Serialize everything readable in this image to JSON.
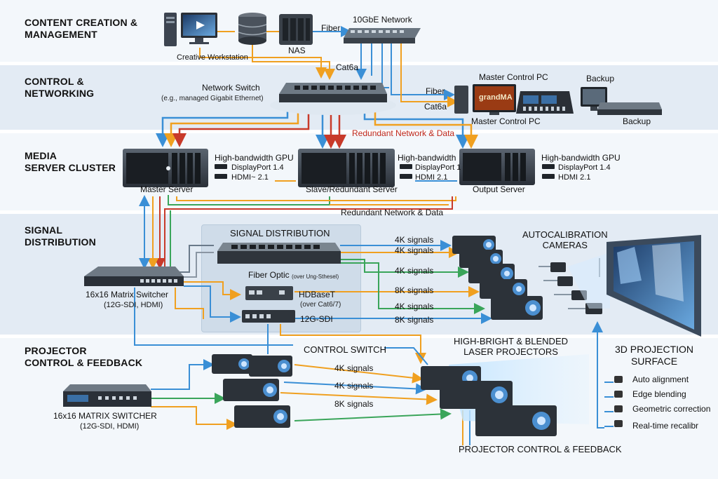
{
  "sections": {
    "content": "CONTENT CREATION &\nMANAGEMENT",
    "control": "CONTROL &\nNETWORKING",
    "media": "MEDIA\nSERVER CLUSTER",
    "signal": "SIGNAL\nDISTRIBUTION",
    "projector": "PROJECTOR\nCONTROL & FEEDBACK"
  },
  "content": {
    "workstation": "Creative Workstation",
    "nas": "NAS",
    "fiber": "Fiber",
    "network10g": "10GbE Network",
    "cat6a": "Cat6a"
  },
  "networking": {
    "switch": "Network Switch",
    "switch_sub": "(e.g., managed Gigabit Ethernet)",
    "fiber": "Fiber",
    "cat6a": "Cat6a",
    "master_pc_top": "Master Control PC",
    "master_pc_bottom": "Master Control PC",
    "screen_text": "grandMA",
    "backup_top": "Backup",
    "backup_bottom": "Backup",
    "redundant_1": "Redundant Network & Data"
  },
  "servers": {
    "master": "Master Server",
    "slave": "Slave/Redundant Server",
    "output": "Output Server",
    "gpu_1": "High-bandwidth GPU",
    "dp_1": "DisplayPort 1.4",
    "hdmi_1": "HDMI~ 2.1",
    "gpu_2": "High-bandwidth",
    "dp_2": "DisplayPort 1",
    "hdmi_2": "HDMI 2.1",
    "gpu_3": "High-bandwidth GPU",
    "dp_3": "DisplayPort 1.4",
    "hdmi_3": "HDMI 2.1",
    "redundant_2": "Redundant Network & Data"
  },
  "signal": {
    "box_title": "SIGNAL DISTRIBUTION",
    "matrix": "16x16 Matrix Switcher",
    "matrix_sub": "(12G-SDI, HDMI)",
    "fiber_optic": "Fiber Optic",
    "fiber_optic_sub": "(over Ung-Sthesel)",
    "hdbaset": "HDBaseT",
    "hdbaset_sub": "(over Cat6/7)",
    "sdi": "12G-SDI",
    "sig_1": "4K signals",
    "sig_2": "4K signals",
    "sig_3": "4K signals",
    "sig_4": "8K signals",
    "sig_5": "4K signals",
    "sig_6": "8K signals",
    "autocal": "AUTOCALIBRATION\nCAMERAS"
  },
  "projector": {
    "control_switch": "CONTROL SWITCH",
    "matrix": "16x16 MATRIX SWITCHER",
    "matrix_sub": "(12G-SDI, HDMI)",
    "sig_1": "4K signals",
    "sig_2": "4K signals",
    "sig_3": "8K signals",
    "laser": "HIGH-BRIGHT & BLENDED\nLASER PROJECTORS",
    "surface": "3D PROJECTION\nSURFACE",
    "features": [
      "Auto alignment",
      "Edge blending",
      "Geometric correction",
      "Real-time recalibr"
    ],
    "footer": "PROJECTOR CONTROL & FEEDBACK"
  },
  "colors": {
    "blue": "#3a8fd6",
    "orange": "#f0a020",
    "red": "#c83a2a",
    "green": "#3aa55a",
    "gray": "#8a96a3"
  }
}
